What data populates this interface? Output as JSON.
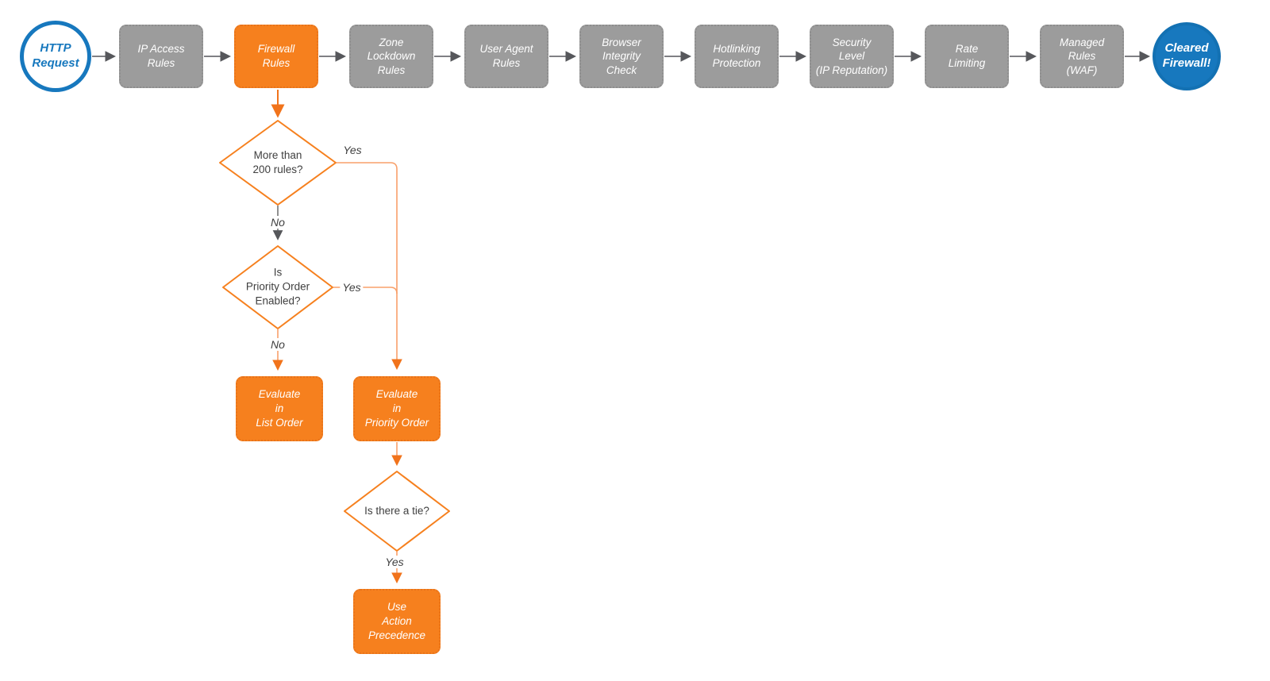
{
  "diagram": {
    "title_semantic": "firewall-request-evaluation-flowchart",
    "start": {
      "label": "HTTP\nRequest"
    },
    "end": {
      "label": "Cleared\nFirewall!"
    },
    "pipeline": [
      {
        "label": "IP Access\nRules",
        "highlight": false
      },
      {
        "label": "Firewall\nRules",
        "highlight": true
      },
      {
        "label": "Zone\nLockdown\nRules",
        "highlight": false
      },
      {
        "label": "User Agent\nRules",
        "highlight": false
      },
      {
        "label": "Browser\nIntegrity\nCheck",
        "highlight": false
      },
      {
        "label": "Hotlinking\nProtection",
        "highlight": false
      },
      {
        "label": "Security\nLevel\n(IP Reputation)",
        "highlight": false
      },
      {
        "label": "Rate\nLimiting",
        "highlight": false
      },
      {
        "label": "Managed\nRules\n(WAF)",
        "highlight": false
      }
    ],
    "decisions": [
      {
        "label": "More than\n200 rules?"
      },
      {
        "label": "Is\nPriority Order\nEnabled?"
      },
      {
        "label": "Is there a tie?"
      }
    ],
    "actions": [
      {
        "label": "Evaluate\nin\nList Order"
      },
      {
        "label": "Evaluate\nin\nPriority Order"
      },
      {
        "label": "Use\nAction\nPrecedence"
      }
    ],
    "edge_labels": {
      "yes1": "Yes",
      "no1": "No",
      "yes2": "Yes",
      "no2": "No",
      "yes3": "Yes"
    },
    "colors": {
      "accent_orange": "#f6801e",
      "light_orange_connector": "#f8a06a",
      "gray_node": "#9c9c9c",
      "brand_blue": "#1778be",
      "arrow_gray": "#56575b",
      "text_dark": "#3f3f3f",
      "node_text": "#ffffff"
    }
  }
}
